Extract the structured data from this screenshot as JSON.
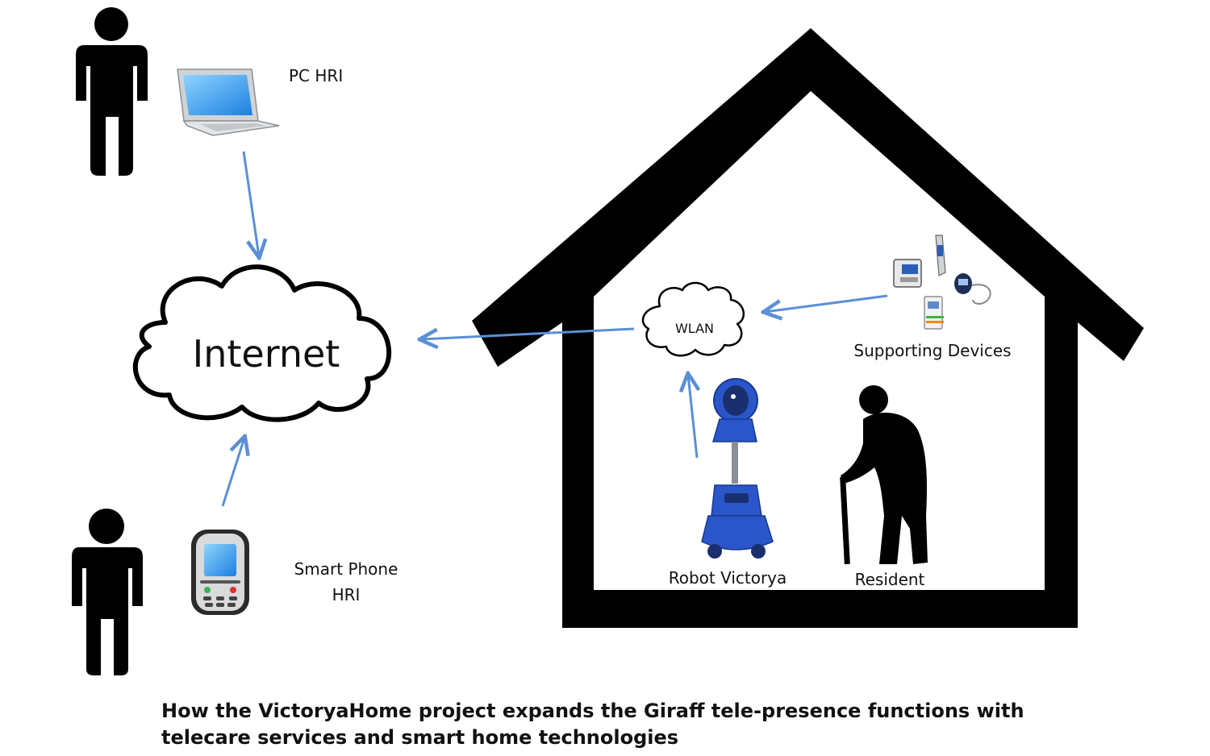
{
  "labels": {
    "pc_hri": "PC HRI",
    "internet": "Internet",
    "wlan": "WLAN",
    "supporting_devices": "Supporting Devices",
    "smart_phone_line1": "Smart Phone",
    "smart_phone_line2": "HRI",
    "robot": "Robot Victorya",
    "resident": "Resident"
  },
  "caption": {
    "line1": "How the VictoryaHome project expands the Giraff tele-presence functions with",
    "line2": "telecare services and smart home technologies"
  },
  "colors": {
    "arrow": "#5b8fd6",
    "house": "#000000",
    "figure": "#000000",
    "robot": "#2b56c9",
    "screen": "#3aa0f0"
  }
}
